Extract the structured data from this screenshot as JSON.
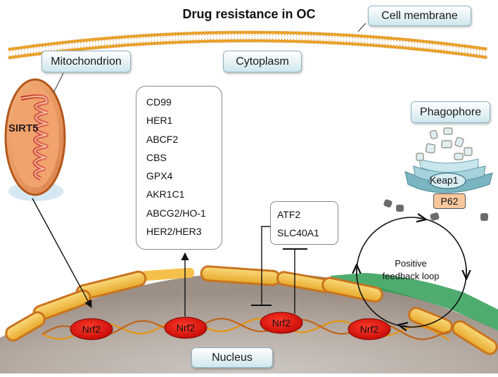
{
  "title": "Drug resistance in OC",
  "labels": {
    "cell_membrane": "Cell membrane",
    "mitochondrion": "Mitochondrion",
    "cytoplasm": "Cytoplasm",
    "phagophore": "Phagophore",
    "nucleus": "Nucleus"
  },
  "sirt5": "SIRT5",
  "downstream_genes": [
    "CD99",
    "HER1",
    "ABCF2",
    "CBS",
    "GPX4",
    "AKR1C1",
    "ABCG2/HO-1",
    "HER2/HER3"
  ],
  "inhibitor_genes": [
    "ATF2",
    "SLC40A1"
  ],
  "nrf2_label": "Nrf2",
  "autophagy": {
    "keap1": "Keap1",
    "p62": "P62"
  },
  "feedback_loop": {
    "line1": "Positive",
    "line2": "feedback loop"
  },
  "colors": {
    "membrane_lipid": "#f5a623",
    "nucleus_fill": "#b9b0a8",
    "envelope": "#f5c04a",
    "envelope_edge": "#c9741e",
    "nrf2_fill": "#e8150f",
    "mito_edge": "#c0651f",
    "label_fill": "#cfe7ee"
  }
}
